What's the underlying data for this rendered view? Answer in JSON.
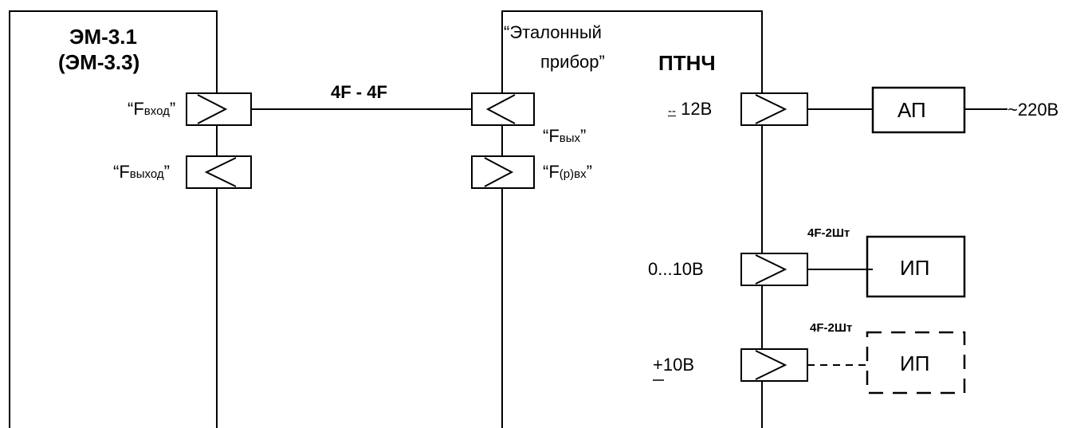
{
  "em_block": {
    "title_line1": "ЭМ-3.1",
    "title_line2": "(ЭМ-3.3)",
    "port_in": {
      "open_quote": "“",
      "letter": "F",
      "sub": "вход",
      "close_quote": "”"
    },
    "port_out": {
      "open_quote": "“",
      "letter": "F",
      "sub": "выход",
      "close_quote": "”"
    }
  },
  "cable_main": "4F - 4F",
  "ptnch_block": {
    "note_line1": "“Эталонный",
    "note_line2": "прибор”",
    "title": "ПТНЧ",
    "port_out": {
      "open_quote": "“",
      "letter": "F",
      "sub": "вых",
      "close_quote": "”"
    },
    "port_rin": {
      "open_quote": "“",
      "letter": "F",
      "sub": "(р)вх",
      "close_quote": "”"
    },
    "dc12_symbol": "--",
    "dc12_value": " 12В",
    "range_0_10": "0...10В",
    "pm10_symbol": "+",
    "pm10_value": "10В"
  },
  "ap_block": {
    "label": "АП",
    "mains": "~220В"
  },
  "ip_block": {
    "label": "ИП",
    "cable": "4F-2Шт"
  },
  "ip_block_optional": {
    "label": "ИП",
    "cable": "4F-2Шт"
  }
}
